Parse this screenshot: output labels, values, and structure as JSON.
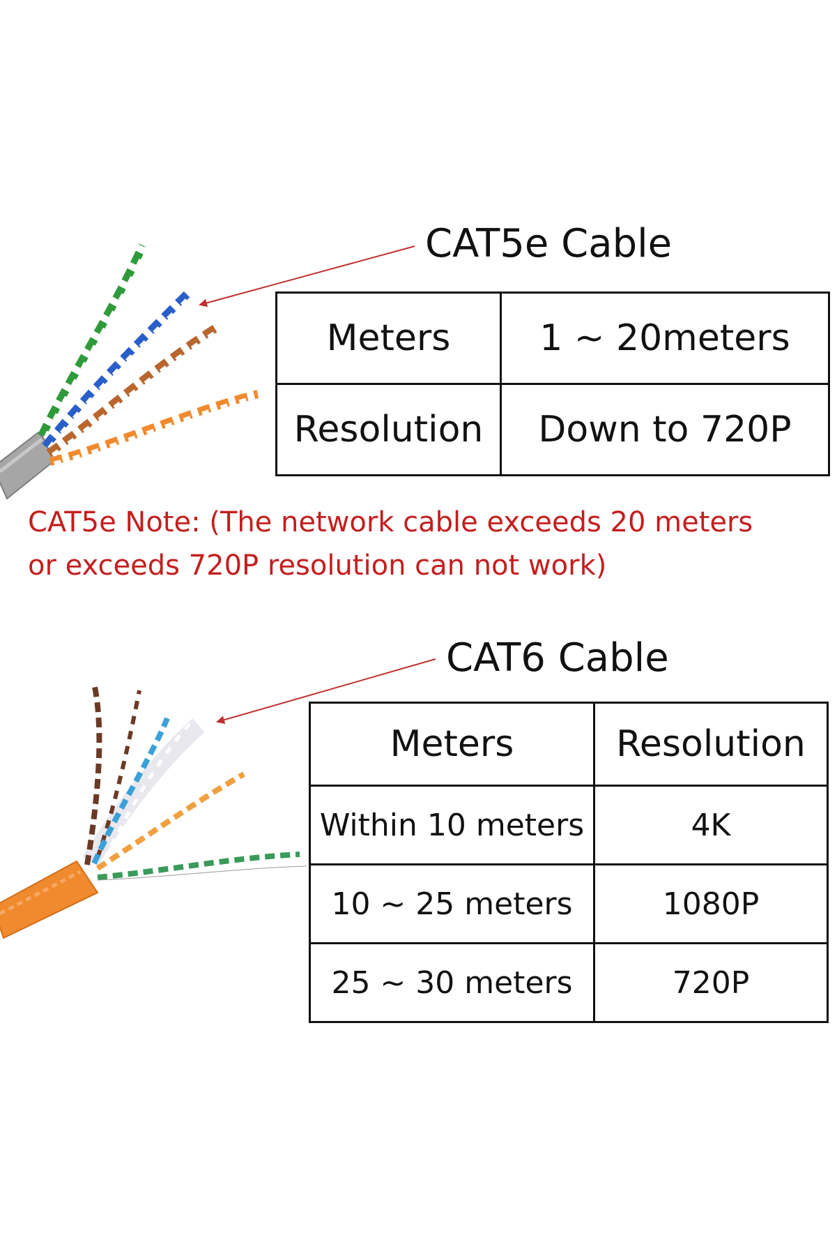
{
  "cat5e": {
    "title": "CAT5e Cable",
    "rows": [
      {
        "label": "Meters",
        "value": "1 ~ 20meters"
      },
      {
        "label": "Resolution",
        "value": "Down to 720P"
      }
    ],
    "note_line1": "CAT5e Note: (The network cable exceeds 20 meters",
    "note_line2": "or exceeds 720P resolution can not work)"
  },
  "cat6": {
    "title": "CAT6 Cable",
    "headers": [
      "Meters",
      "Resolution"
    ],
    "rows": [
      {
        "meters": "Within 10 meters",
        "resolution": "4K"
      },
      {
        "meters": "10 ~ 25 meters",
        "resolution": "1080P"
      },
      {
        "meters": "25 ~ 30 meters",
        "resolution": "720P"
      }
    ]
  },
  "colors": {
    "note": "#c41e1e",
    "arrow": "#c03030",
    "cat5e_jacket": "#9a9a9a",
    "cat6_jacket": "#f08a2e"
  },
  "icons": {
    "cat5e_image": "twisted-pair-cable-gray-icon",
    "cat6_image": "twisted-pair-cable-orange-icon"
  }
}
